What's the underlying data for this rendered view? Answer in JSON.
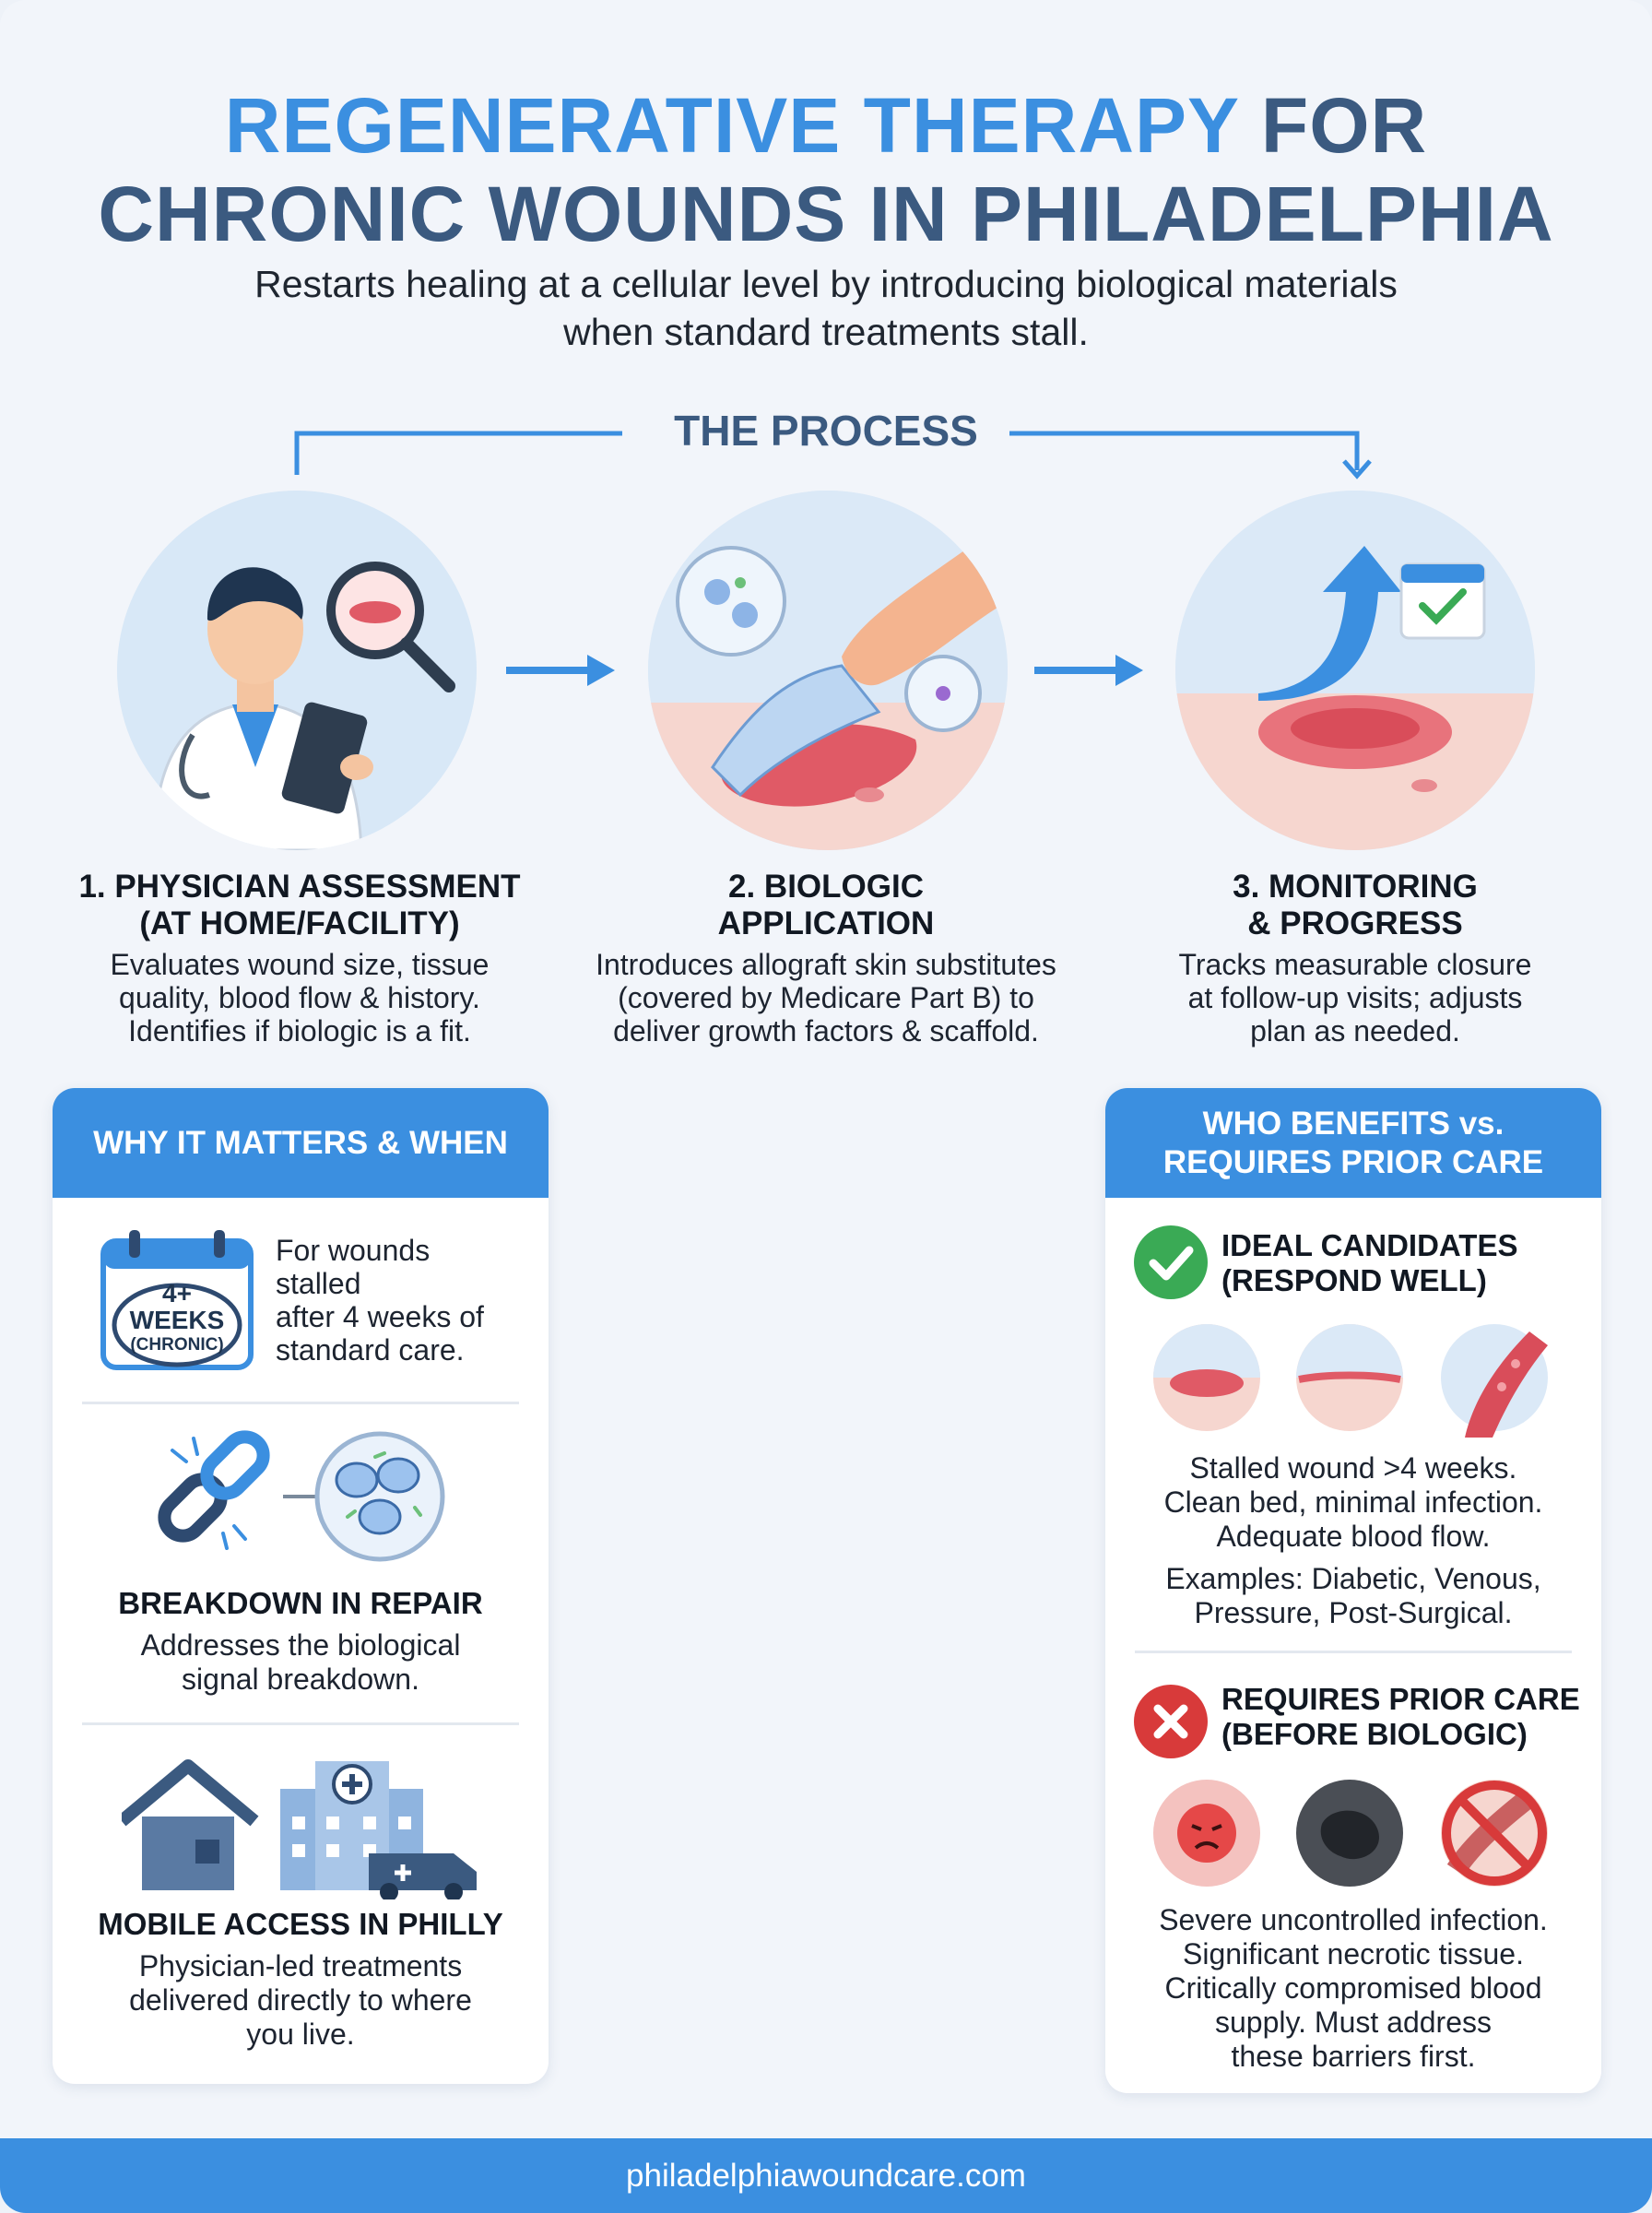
{
  "header": {
    "title_accent": "REGENERATIVE THERAPY",
    "title_rest": "FOR",
    "title_line2": "CHRONIC WOUNDS IN PHILADELPHIA",
    "subtitle": "Restarts healing at a cellular level by introducing biological materials when standard treatments stall."
  },
  "process": {
    "label": "THE PROCESS",
    "steps": [
      {
        "title_line1": "1. PHYSICIAN ASSESSMENT",
        "title_line2": "(AT HOME/FACILITY)",
        "text_line1": "Evaluates wound size, tissue",
        "text_line2": "quality, blood flow & history.",
        "text_line3": "Identifies if biologic is a fit."
      },
      {
        "title_line1": "2. BIOLOGIC",
        "title_line2": "APPLICATION",
        "text_line1": "Introduces allograft skin substitutes",
        "text_line2": "(covered by Medicare Part B) to",
        "text_line3": "deliver growth factors & scaffold."
      },
      {
        "title_line1": "3. MONITORING",
        "title_line2": "& PROGRESS",
        "text_line1": "Tracks measurable closure",
        "text_line2": "at follow-up visits; adjusts",
        "text_line3": "plan as needed."
      }
    ]
  },
  "why": {
    "header": "WHY IT MATTERS & WHEN",
    "calendar_big": "4+",
    "calendar_mid": "WEEKS",
    "calendar_small": "(CHRONIC)",
    "stalled_line1": "For wounds",
    "stalled_line2": "stalled",
    "stalled_line3": "after 4 weeks of",
    "stalled_line4": "standard care.",
    "repair_title": "BREAKDOWN IN REPAIR",
    "repair_line1": "Addresses the biological",
    "repair_line2": "signal breakdown.",
    "mobile_title": "MOBILE ACCESS IN PHILLY",
    "mobile_line1": "Physician-led treatments",
    "mobile_line2": "delivered directly to where",
    "mobile_line3": "you live."
  },
  "who": {
    "header_line1": "WHO BENEFITS vs.",
    "header_line2": "REQUIRES PRIOR CARE",
    "ideal_title_line1": "IDEAL CANDIDATES",
    "ideal_title_line2": "(RESPOND WELL)",
    "ideal_line1": "Stalled wound >4 weeks.",
    "ideal_line2": "Clean bed, minimal infection.",
    "ideal_line3": "Adequate blood flow.",
    "examples_line1": "Examples: Diabetic, Venous,",
    "examples_line2": "Pressure, Post-Surgical.",
    "prior_title_line1": "REQUIRES PRIOR CARE",
    "prior_title_line2": "(BEFORE BIOLOGIC)",
    "prior_line1": "Severe uncontrolled infection.",
    "prior_line2": "Significant necrotic tissue.",
    "prior_line3": "Critically compromised blood",
    "prior_line4": "supply. Must address",
    "prior_line5": "these barriers first."
  },
  "footer": {
    "url": "philadelphiawoundcare.com"
  },
  "colors": {
    "accent": "#3b8fe0",
    "navy": "#3b5a80",
    "success": "#3aaa55",
    "danger": "#d83a3a",
    "wound": "#e05a66"
  },
  "icons": [
    "doctor-icon",
    "magnifier-icon",
    "tablet-icon",
    "cells-icon",
    "skin-graft-icon",
    "hand-icon",
    "growth-arrow-icon",
    "calendar-check-icon",
    "calendar-icon",
    "broken-chain-icon",
    "house-icon",
    "hospital-icon",
    "ambulance-icon",
    "check-icon",
    "x-icon",
    "infection-icon",
    "necrosis-icon",
    "blocked-vessel-icon"
  ]
}
